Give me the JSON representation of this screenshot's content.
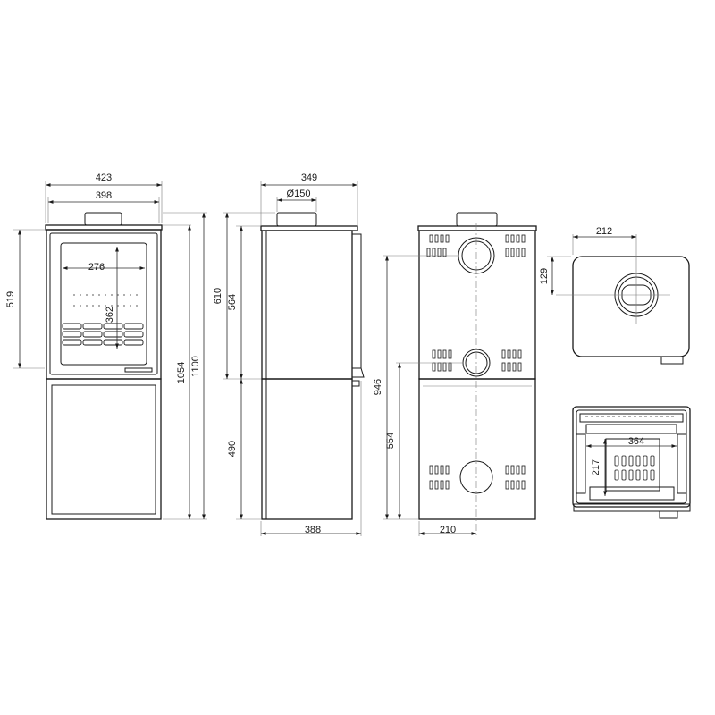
{
  "front_view": {
    "width_outer": "423",
    "width_inner": "398",
    "glass_width": "276",
    "door_height": "362",
    "upper_height": "519",
    "flue_height": "1054",
    "total_height": "1100"
  },
  "side_view": {
    "width_top": "349",
    "flue_diameter": "Ø150",
    "upper_height": "610",
    "outlet_height": "564",
    "base_height": "490",
    "depth_base": "388"
  },
  "rear_view": {
    "rear_outlet_height": "946",
    "lower_outlet_height": "554",
    "outlet_offset": "210"
  },
  "top_view": {
    "outlet_offset_x": "212",
    "outlet_offset_y": "129"
  },
  "section_view": {
    "firebox_width": "364",
    "firebox_depth": "217"
  }
}
